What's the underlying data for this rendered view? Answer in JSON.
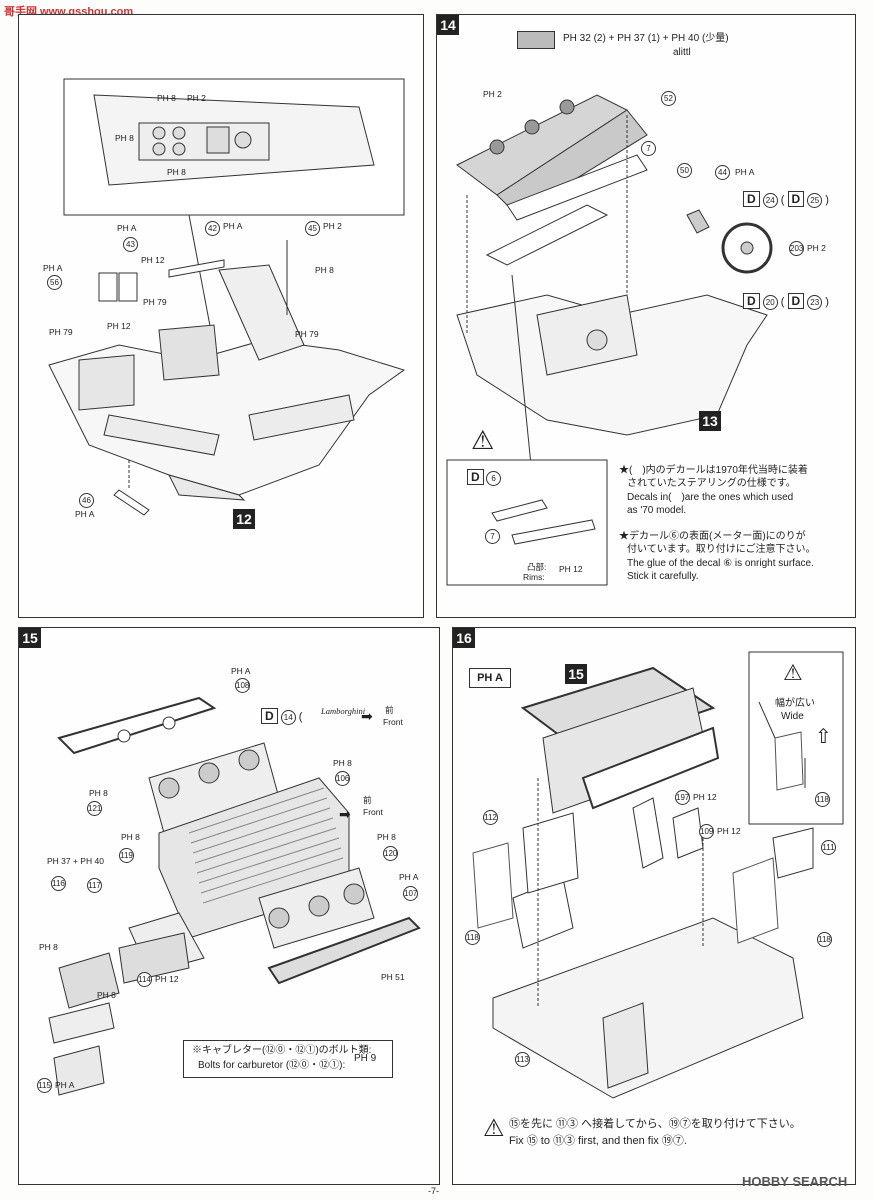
{
  "watermark_top": "哥手网 www.gsshou.com",
  "watermark_bottom": "HOBBY SEARCH",
  "page_number": "-7-",
  "steps": {
    "s12": {
      "label": "12"
    },
    "s13": {
      "label": "13"
    },
    "s14": {
      "label": "14"
    },
    "s15": {
      "label": "15"
    },
    "s16": {
      "label": "16"
    }
  },
  "panel12": {
    "callouts": {
      "c_ph8_a": "PH 8",
      "c_ph2_a": "PH 2",
      "c_ph8_b": "PH 8",
      "c_ph8_c": "PH 8",
      "c_pha_1": "PH A",
      "c_43": "43",
      "c_pha_2": "PH A",
      "c_56": "56",
      "c_ph12_a": "PH 12",
      "c_ph79_a": "PH 79",
      "c_ph12_b": "PH 12",
      "c_ph79_b": "PH 79",
      "c_42": "42",
      "c_pha_3": "PH A",
      "c_45": "45",
      "c_ph2_b": "PH 2",
      "c_ph8_d": "PH 8",
      "c_ph79_c": "PH 79",
      "c_46": "46",
      "c_pha_4": "PH A"
    }
  },
  "panel14": {
    "paint_mix": "PH 32 (2) + PH 37 (1) + PH 40 (少量)",
    "paint_mix_en": "alittl",
    "callouts": {
      "c_ph2": "PH 2",
      "c_52": "52",
      "c_7": "7",
      "c_50": "50",
      "c_44": "44",
      "c_pha": "PH A",
      "c_203": "203",
      "c_ph2_b": "PH 2"
    },
    "decals": {
      "d24": "24",
      "d25": "25",
      "d20": "20",
      "d23": "23",
      "d6": "6"
    },
    "inset": {
      "part7": "7",
      "rims_jp": "凸部:",
      "rims_en": "Rims:",
      "rims_paint": "PH 12"
    },
    "note1_jp_a": "★(　)内のデカールは1970年代当時に装着",
    "note1_jp_b": "されていたステアリングの仕様です。",
    "note1_en_a": "Decals in(　)are the ones which used",
    "note1_en_b": "as '70 model.",
    "note2_jp_a": "★デカール⑥の表面(メーター面)にのりが",
    "note2_jp_b": "付いています。取り付けにご注意下さい。",
    "note2_en_a": "The glue of the decal ⑥ is onright surface.",
    "note2_en_b": "Stick it carefully."
  },
  "panel15": {
    "callouts": {
      "c_pha_1": "PH A",
      "c_108": "108",
      "c_ph8_a": "PH 8",
      "c_106": "106",
      "c_ph8_b": "PH 8",
      "c_121": "121",
      "c_ph8_c": "PH 8",
      "c_119": "119",
      "c_ph37_40": "PH 37 + PH 40",
      "c_116": "116",
      "c_117": "117",
      "c_ph8_d": "PH 8",
      "c_120": "120",
      "c_pha_2": "PH A",
      "c_107": "107",
      "c_ph8_e": "PH 8",
      "c_114": "114",
      "c_ph12": "PH 12",
      "c_ph8_f": "PH 8",
      "c_ph51": "PH 51",
      "c_115": "115",
      "c_pha_3": "PH A"
    },
    "decal_d14": "14",
    "logo_text": "Lamborghini",
    "front_jp_1": "前",
    "front_en_1": "Front",
    "front_jp_2": "前",
    "front_en_2": "Front",
    "carb_jp": "※キャブレター(⑫⓪・⑫①)のボルト類:",
    "carb_en": "Bolts for carburetor (⑫⓪・⑫①):",
    "carb_paint": "PH 9"
  },
  "panel16": {
    "pha_label": "PH A",
    "step15_ref": "15",
    "callouts": {
      "c_197": "197",
      "c_ph12_a": "PH 12",
      "c_112": "112",
      "c_109": "109",
      "c_ph12_b": "PH 12",
      "c_118_a": "118",
      "c_111": "111",
      "c_118_b": "118",
      "c_118_c": "118",
      "c_113": "113"
    },
    "wide_jp": "幅が広い",
    "wide_en": "Wide",
    "footer_jp": "⑮を先に ⑪③ へ接着してから、⑲⑦を取り付けて下さい。",
    "footer_en": "Fix ⑮ to ⑪③ first, and then fix ⑲⑦."
  }
}
